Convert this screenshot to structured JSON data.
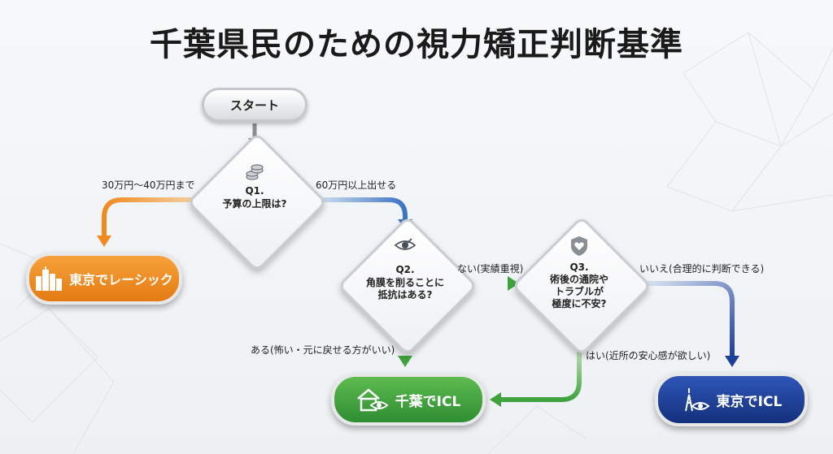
{
  "title": "千葉県民のための視力矯正判断基準",
  "start": "スタート",
  "q1": {
    "num": "Q1.",
    "text": "予算の上限は?"
  },
  "q2": {
    "num": "Q2.",
    "line1": "角膜を削ることに",
    "line2": "抵抗はある?"
  },
  "q3": {
    "num": "Q3.",
    "line1": "術後の通院や",
    "line2": "トラブルが",
    "line3": "極度に不安?"
  },
  "labels": {
    "q1_left": "30万円〜40万円まで",
    "q1_right": "60万円以上出せる",
    "q2_right": "ない(実績重視)",
    "q2_down": "ある(怖い・元に戻せる方がいい)",
    "q3_right": "いいえ(合理的に判断できる)",
    "q3_down": "はい(近所の安心感が欲しい)"
  },
  "results": {
    "tokyo_lasik": "東京でレーシック",
    "chiba_icl": "千葉でICL",
    "tokyo_icl": "東京でICL"
  },
  "colors": {
    "orange": "#f08a1e",
    "green": "#3fa33d",
    "blue": "#1d3f9a",
    "gray_arrow": "#8a8d91"
  },
  "icons": {
    "q1": "coins-icon",
    "q2": "eye-icon",
    "q3": "shield-heart-icon",
    "tokyo_lasik": "city-buildings-icon",
    "chiba_icl": "house-eye-icon",
    "tokyo_icl": "tower-eye-icon"
  }
}
